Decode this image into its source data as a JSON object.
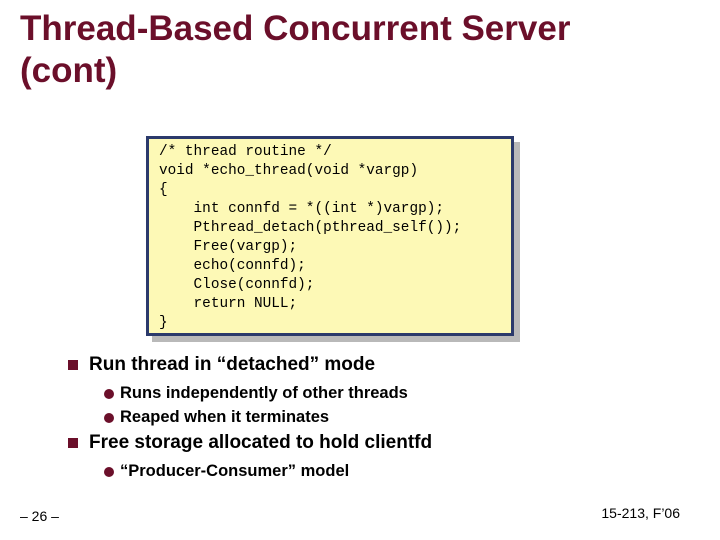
{
  "slide": {
    "title_line1": "Thread-Based Concurrent Server",
    "title_line2": "(cont)",
    "code_lines": [
      "/* thread routine */",
      "void *echo_thread(void *vargp)",
      "{",
      "    int connfd = *((int *)vargp);",
      "    Pthread_detach(pthread_self());",
      "    Free(vargp);",
      "    echo(connfd);",
      "    Close(connfd);",
      "    return NULL;",
      "}"
    ],
    "bullets": [
      {
        "text": "Run thread in “detached” mode",
        "subs": [
          "Runs independently of other threads",
          "Reaped when it terminates"
        ]
      },
      {
        "text": "Free storage allocated to hold clientfd",
        "subs": [
          "“Producer-Consumer” model"
        ]
      }
    ],
    "page_number": "– 26 –",
    "course": "15-213, F’06"
  },
  "colors": {
    "title": "#6b0f2a",
    "bullet": "#6b0f2a",
    "code_bg": "#fdf9b6",
    "code_border": "#2b3a6b"
  }
}
